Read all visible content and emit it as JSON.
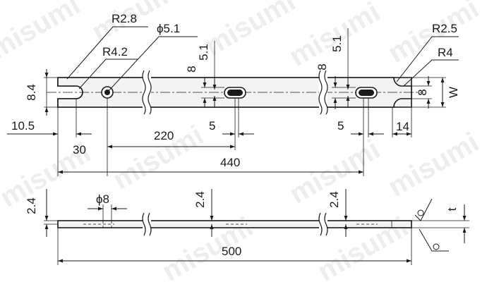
{
  "watermark": "misumi",
  "top_view": {
    "slot_radius_end": "R2.8",
    "slot_width_end": "R4.2",
    "hole_dia": "ϕ5.1",
    "height_total": "8.4",
    "slot_mid_height": "8",
    "slot_mid_width": "5.1",
    "slot_right_height": "8",
    "slot_right_width": "5.1",
    "right_notch_radius": "R2.5",
    "right_notch_width": "R4",
    "right_height": "8",
    "width_label": "W",
    "dim_left_offset": "10.5",
    "dim_hole": "30",
    "dim_pitch": "220",
    "dim_slot_len_mid": "5",
    "dim_slot_len_right": "5",
    "dim_right_end": "14",
    "dim_span": "440"
  },
  "side_view": {
    "thickness_left": "2.4",
    "counterbore_dia": "ϕ8",
    "thickness_mid": "2.4",
    "thickness_right": "2.4",
    "thickness_label": "t",
    "overall_length": "500"
  }
}
